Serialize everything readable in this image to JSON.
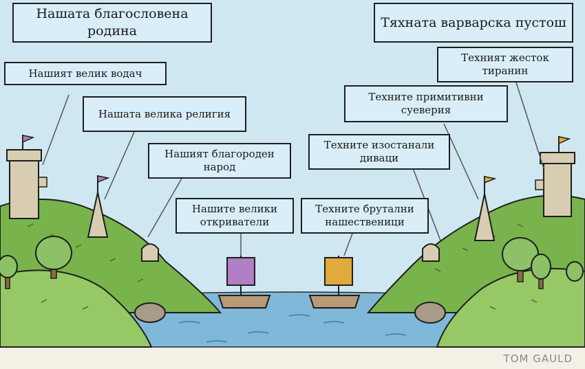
{
  "labels": {
    "our_homeland": "Нашата благословена родина",
    "their_wasteland": "Тяхната варварска пустош",
    "our_leader": "Нашият велик водач",
    "their_tyrant": "Техният жесток тиранин",
    "our_religion": "Нашата велика религия",
    "their_superstitions": "Техните примитивни суеверия",
    "our_people": "Нашият благороден народ",
    "their_savages": "Техните изостанали диваци",
    "our_explorers": "Нашите велики откриватели",
    "their_invaders": "Техните брутални нашественици"
  },
  "credit": "TOM GAULD",
  "colors": {
    "sky": "#cfe7f1",
    "label_bg": "#d9eef8",
    "hill": "#78b34c",
    "hill_light": "#97c866",
    "water": "#7fb8d8",
    "our_sail": "#b07fc4",
    "their_sail": "#e2a93d",
    "stone": "#d8cdb0",
    "boat": "#b89b74"
  }
}
